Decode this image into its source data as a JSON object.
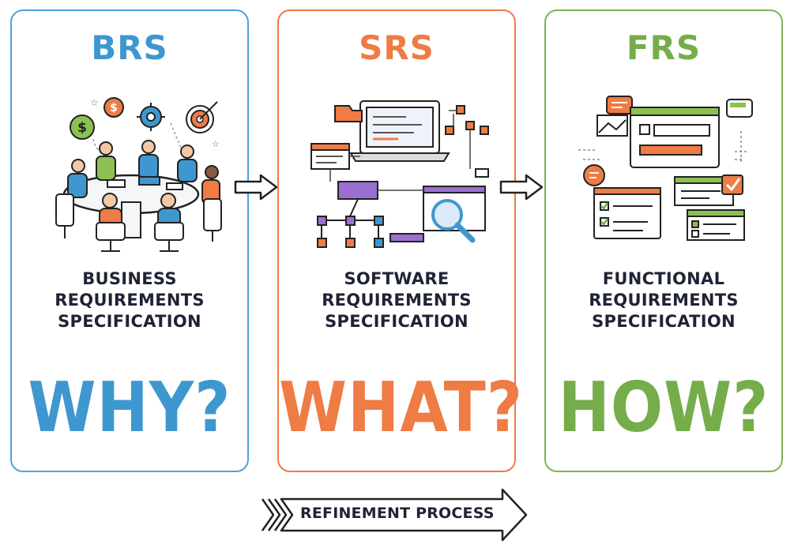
{
  "colors": {
    "brs": "#3f97d0",
    "srs": "#ef7b45",
    "frs": "#76ad4b",
    "text": "#1f2335"
  },
  "cards": [
    {
      "abbr": "BRS",
      "lines": [
        "BUSINESS",
        "REQUIREMENTS",
        "SPECIFICATION"
      ],
      "question": "WHY?",
      "icon": "business-meeting-icon"
    },
    {
      "abbr": "SRS",
      "lines": [
        "SOFTWARE",
        "REQUIREMENTS",
        "SPECIFICATION"
      ],
      "question": "WHAT?",
      "icon": "software-architecture-icon"
    },
    {
      "abbr": "FRS",
      "lines": [
        "FUNCTIONAL",
        "REQUIREMENTS",
        "SPECIFICATION"
      ],
      "question": "HOW?",
      "icon": "functional-ui-checklist-icon"
    }
  ],
  "footer": {
    "label": "REFINEMENT PROCESS"
  }
}
